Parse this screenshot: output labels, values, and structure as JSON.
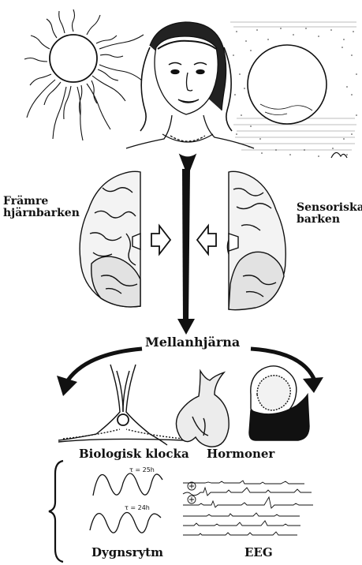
{
  "labels": {
    "frontal_cortex": [
      "Främre",
      "hjärnbarken"
    ],
    "sensory_cortex": [
      "Sensoriska",
      "barken"
    ],
    "midbrain": "Mellanhjärna",
    "biological_clock": "Biologisk klocka",
    "hormones": "Hormoner",
    "circadian_rhythm": "Dygnsrytm",
    "eeg": "EEG"
  },
  "rhythm": {
    "tau_25": "τ = 25h",
    "tau_24": "τ = 24h"
  },
  "colors": {
    "ink": "#111111",
    "paper": "#ffffff"
  }
}
